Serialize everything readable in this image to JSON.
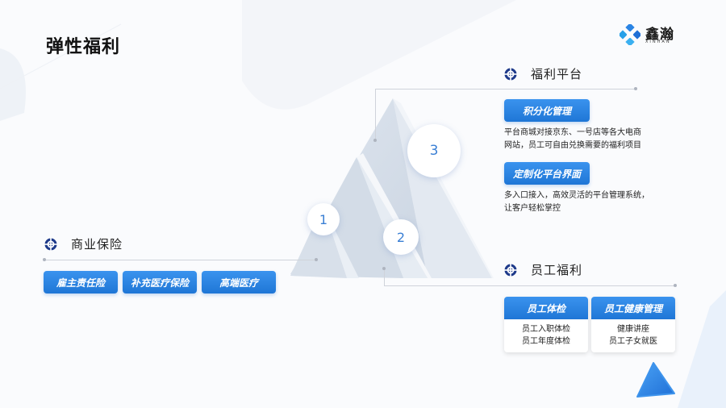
{
  "title": "弹性福利",
  "logo": {
    "name": "鑫瀚",
    "sub": "XINHAN"
  },
  "pyramid": {
    "numbers": [
      "1",
      "2",
      "3"
    ]
  },
  "sections": {
    "insurance": {
      "title": "商业保险",
      "items": [
        "雇主责任险",
        "补充医疗保险",
        "高端医疗"
      ]
    },
    "platform": {
      "title": "福利平台",
      "items": [
        {
          "label": "积分化管理",
          "desc": [
            "平台商城对接京东、一号店等各大电商",
            "网站，员工可自由兑换需要的福利项目"
          ]
        },
        {
          "label": "定制化平台界面",
          "desc": [
            "多入口接入，高效灵活的平台管理系统，",
            "让客户轻松掌控"
          ]
        }
      ]
    },
    "employee": {
      "title": "员工福利",
      "cards": [
        {
          "label": "员工体检",
          "lines": [
            "员工入职体检",
            "员工年度体检"
          ]
        },
        {
          "label": "员工健康管理",
          "lines": [
            "健康讲座",
            "员工子女就医"
          ]
        }
      ]
    }
  },
  "colors": {
    "accent": "#2a84e4",
    "accent_dark": "#1f76d6",
    "icon": "#1e3a8a"
  }
}
